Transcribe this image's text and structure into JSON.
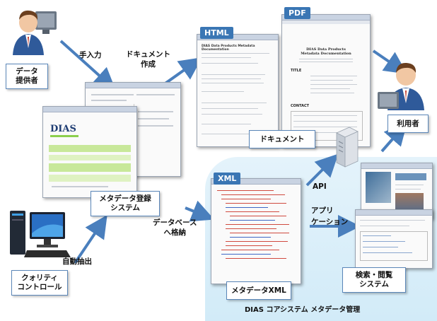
{
  "actors": {
    "data_provider": "データ\n提供者",
    "user": "利用者",
    "quality_control": "クォリティ\nコントロール"
  },
  "flow_labels": {
    "manual_input": "手入力",
    "document_creation": "ドキュメント\n作成",
    "store_to_db": "データベース\nへ格納",
    "auto_extract": "自動抽出",
    "api": "API",
    "application": "アプリ\nケーション"
  },
  "boxes": {
    "metadata_registration": "メタデータ登録\nシステム",
    "document": "ドキュメント",
    "metadata_xml": "メタデータXML",
    "search_browse": "検索・閲覧\nシステム"
  },
  "format_tags": {
    "html": "HTML",
    "pdf": "PDF",
    "xml": "XML"
  },
  "screens": {
    "dias_logo": "DIAS",
    "html_title": "DIAS Data Products Metadata Documentation",
    "pdf_title": "DIAS Data Products\nMetadata Documentation",
    "pdf_section_title": "TITLE",
    "pdf_section_contact": "CONTACT"
  },
  "core_system_caption": "DIAS コアシステム メタデータ管理",
  "colors": {
    "core_background": "#d6edf9",
    "arrow": "#4a7fbd",
    "box_border": "#5a86b8",
    "tag": "#3a76b4"
  }
}
